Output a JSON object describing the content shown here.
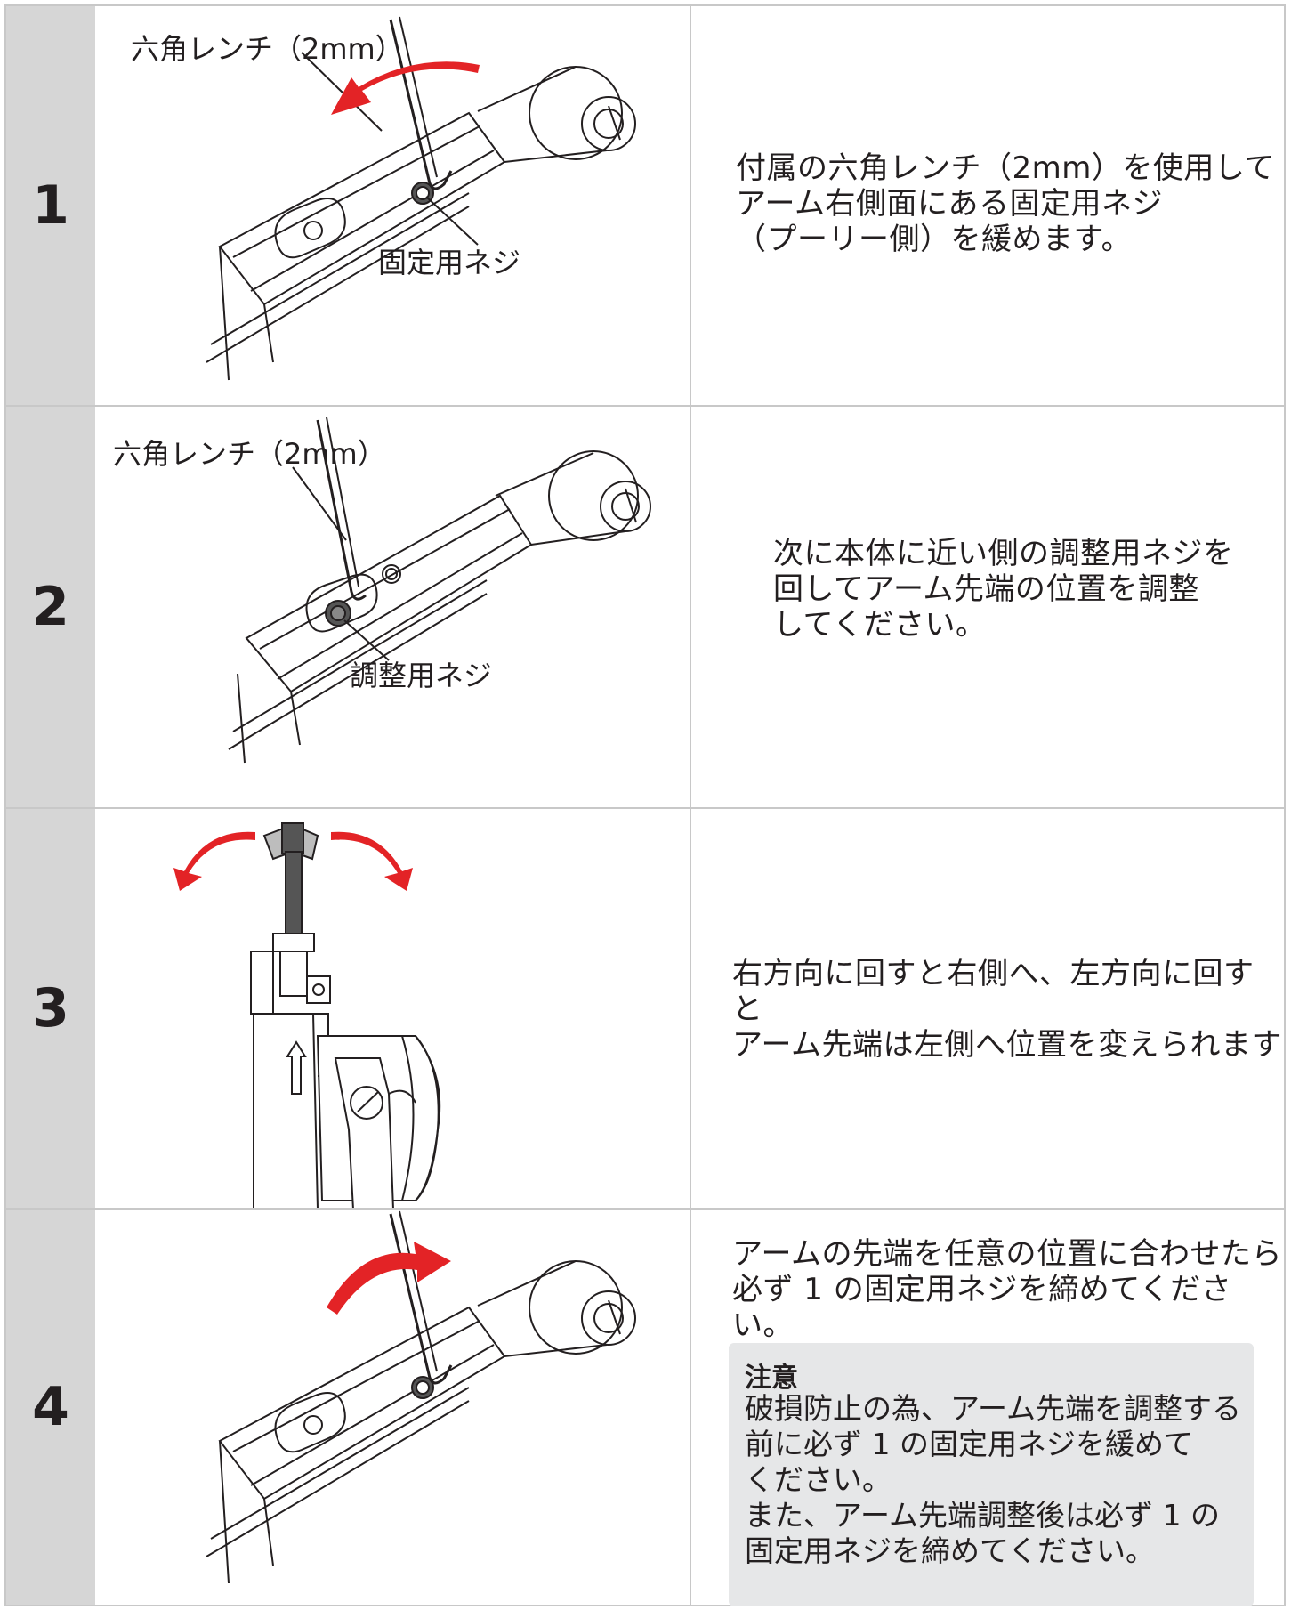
{
  "steps": [
    {
      "number": "1",
      "labels": {
        "wrench": "六角レンチ（2mm）",
        "screw": "固定用ネジ"
      },
      "text": "付属の六角レンチ（2mm）を使用して\nアーム右側面にある固定用ネジ\n（プーリー側）を緩めます。"
    },
    {
      "number": "2",
      "labels": {
        "wrench": "六角レンチ（2mm）",
        "screw": "調整用ネジ"
      },
      "text": "次に本体に近い側の調整用ネジを\n回してアーム先端の位置を調整\nしてください。"
    },
    {
      "number": "3",
      "text": "右方向に回すと右側へ、左方向に回すと\nアーム先端は左側へ位置を変えられます"
    },
    {
      "number": "4",
      "text": "アームの先端を任意の位置に合わせたら\n必ず 1 の固定用ネジを締めてください。",
      "note": {
        "title": "注意",
        "body": "破損防止の為、アーム先端を調整する\n前に必ず 1 の固定用ネジを緩めて\nください。\nまた、アーム先端調整後は必ず 1 の\n固定用ネジを締めてください。"
      }
    }
  ],
  "colors": {
    "arrow": "#e32326",
    "number_bg": "#d6d6d6",
    "note_bg": "#e6e7e8",
    "border": "#c8c8c8"
  }
}
